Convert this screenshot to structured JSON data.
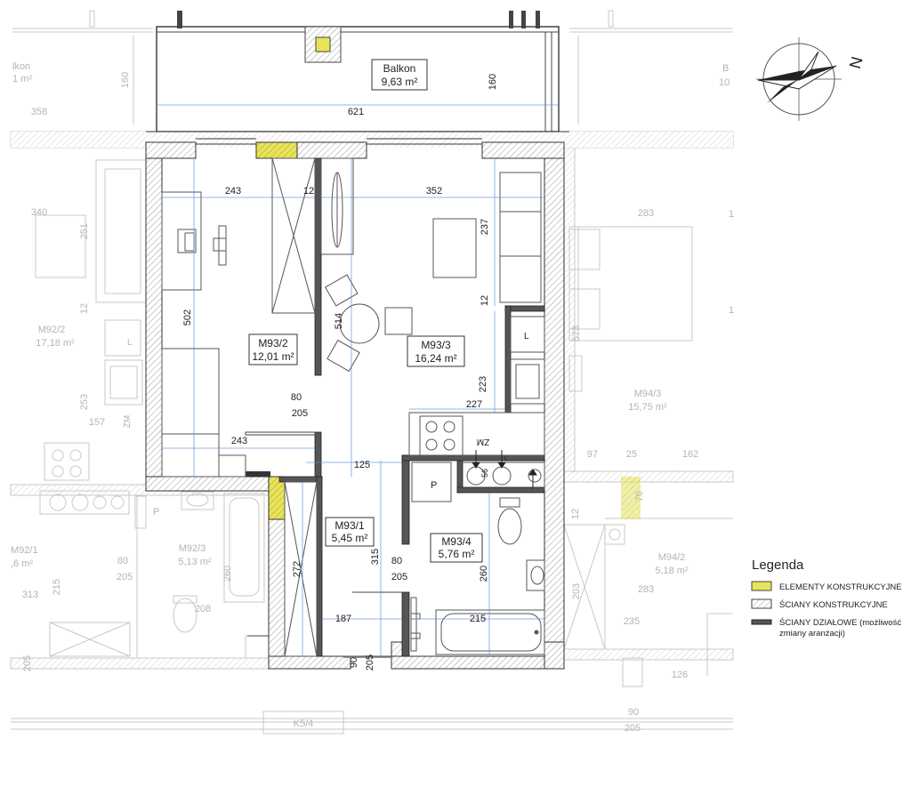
{
  "compass": {
    "north_label": "N"
  },
  "rooms": [
    {
      "id": "M93/2",
      "area": "12,01 m²"
    },
    {
      "id": "M93/3",
      "area": "16,24 m²"
    },
    {
      "id": "M93/1",
      "area": "5,45 m²"
    },
    {
      "id": "M93/4",
      "area": "5,76 m²"
    }
  ],
  "balcony": {
    "name": "Balkon",
    "area": "9,63 m²"
  },
  "fixture_labels": {
    "fridge": "L",
    "boiler": "P",
    "water_meter": "ZM",
    "sink_width": "56"
  },
  "dimensions_main": [
    "160",
    "621",
    "243",
    "12",
    "352",
    "237",
    "502",
    "514",
    "12",
    "80",
    "205",
    "223",
    "227",
    "243",
    "125",
    "315",
    "80",
    "205",
    "272",
    "260",
    "187",
    "215",
    "90",
    "205"
  ],
  "neighbor_labels": {
    "m92_2": {
      "id": "M92/2",
      "area": "17,18 m²"
    },
    "m92_3": {
      "id": "M92/3",
      "area": "5,13 m²"
    },
    "m92_1": {
      "id": "M92/1",
      "area": ",6 m²"
    },
    "m94_3": {
      "id": "M94/3",
      "area": "15,75 m²"
    },
    "m94_2": {
      "id": "M94/2",
      "area": "5,18 m²"
    },
    "k5_4": "K5/4",
    "balkon_left": {
      "name": "lkon",
      "area": "1 m²"
    },
    "balkon_right": {
      "name": "B",
      "area": "10"
    },
    "fixture_L": "L",
    "fixture_ZM": "ZM",
    "fixture_P": "P"
  },
  "dimensions_neighbor": [
    "358",
    "340",
    "251",
    "12",
    "253",
    "157",
    "80",
    "205",
    "260",
    "215",
    "313",
    "208",
    "205",
    "283",
    "573",
    "97",
    "25",
    "162",
    "70",
    "12",
    "283",
    "203",
    "235",
    "126",
    "90",
    "205",
    "160",
    "1",
    "1"
  ],
  "legend": {
    "title": "Legenda",
    "items": [
      {
        "kind": "structural_elements",
        "label": "ELEMENTY KONSTRUKCYJNE",
        "color": "#e8e35a"
      },
      {
        "kind": "structural_walls",
        "label": "ŚCIANY KONSTRUKCYJNE",
        "color": "#cfcfcf"
      },
      {
        "kind": "partition_walls",
        "label": "ŚCIANY DZIAŁOWE (możliwość",
        "label2": "zmiany aranżacji)",
        "color": "#555555"
      }
    ]
  },
  "colors": {
    "wall_dark": "#333333",
    "wall_hatch": "#cfcfcf",
    "structural": "#e8e35a",
    "neighbor": "#c4c4c4",
    "blue": "#5a8fd8"
  }
}
